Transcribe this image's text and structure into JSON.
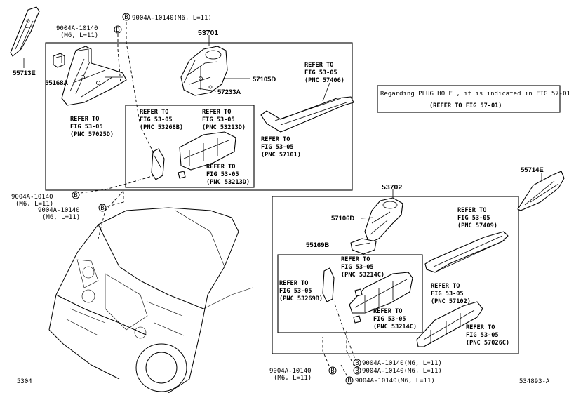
{
  "labels": {
    "p55713E": "55713E",
    "p55714E": "55714E",
    "p55168A": "55168A",
    "p55169B": "55169B",
    "p53701": "53701",
    "p53702": "53702",
    "p57105D": "57105D",
    "p57233A": "57233A",
    "p57106D": "57106D"
  },
  "refs": {
    "r57025D": [
      "REFER TO",
      "FIG 53-05",
      "(PNC 57025D)"
    ],
    "r53268B": [
      "REFER TO",
      "FIG 53-05",
      "(PNC 53268B)"
    ],
    "r53213D_a": [
      "REFER TO",
      "FIG 53-05",
      "(PNC 53213D)"
    ],
    "r57101": [
      "REFER TO",
      "FIG 53-05",
      "(PNC 57101)"
    ],
    "r53213D_b": [
      "REFER TO",
      "FIG 53-05",
      "(PNC 53213D)"
    ],
    "r57406": [
      "REFER TO",
      "FIG 53-05",
      "(PNC 57406)"
    ],
    "r57409": [
      "REFER TO",
      "FIG 53-05",
      "(PNC 57409)"
    ],
    "r53214C_a": [
      "REFER TO",
      "FIG 53-05",
      "(PNC 53214C)"
    ],
    "r53269B": [
      "REFER TO",
      "FIG 53-05",
      "(PNC 53269B)"
    ],
    "r57102": [
      "REFER TO",
      "FIG 53-05",
      "(PNC 57102)"
    ],
    "r53214C_b": [
      "REFER TO",
      "FIG 53-05",
      "(PNC 53214C)"
    ],
    "r57026C": [
      "REFER TO",
      "FIG 53-05",
      "(PNC 57026C)"
    ]
  },
  "fasteners": {
    "f_top1": "9004A-10140(M6, L=11)",
    "f_top2_a": "9004A-10140",
    "f_top2_b": "(M6, L=11)",
    "f_mid1_a": "9004A-10140",
    "f_mid1_b": "(M6, L=11)",
    "f_mid2_a": "9004A-10140",
    "f_mid2_b": "(M6, L=11)",
    "f_bot1": "9004A-10140(M6, L=11)",
    "f_bot2": "9004A-10140(M6, L=11)",
    "f_bot3": "9004A-10140(M6, L=11)",
    "f_botL_a": "9004A-10140",
    "f_botL_b": "(M6, L=11)",
    "marker": "B"
  },
  "note": {
    "line1": "Regarding PLUG HOLE , it is indicated in FIG 57-01",
    "line2": "(REFER TO FIG 57-01)"
  },
  "footer": {
    "left": "5304",
    "right": "534893-A"
  }
}
